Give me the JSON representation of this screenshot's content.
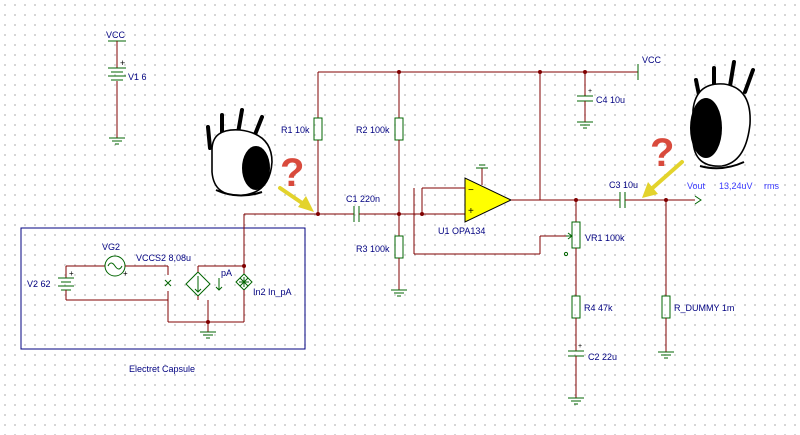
{
  "labels": {
    "vcc_top": "VCC",
    "v1": "V1 6",
    "vcc_right": "VCC",
    "r1": "R1 10k",
    "r2": "R2 100k",
    "c4": "C4 10u",
    "c1": "C1 220n",
    "r3": "R3 100k",
    "u1": "U1 OPA134",
    "c3": "C3 10u",
    "vr1": "VR1 100k",
    "r4": "R4 47k",
    "c2": "C2 22u",
    "r_dummy": "R_DUMMY 1m",
    "vg2": "VG2",
    "vccs2": "VCCS2 8,08u",
    "v2": "V2 62",
    "pa": "pA",
    "in2": "In2 In_pA",
    "capsule": "Electret Capsule"
  },
  "meter": {
    "name": "Vout",
    "value": "13,24uV",
    "unit": "rms"
  },
  "glyphs": {
    "question": "?"
  },
  "colors": {
    "wire": "#800000",
    "component": "#006400",
    "label": "#000080",
    "highlight": "#3a3aff",
    "opamp_fill": "#ffff00",
    "question": "#d94a3c",
    "arrow": "#e3d32c",
    "capsule_box": "#000080"
  },
  "icons": [
    "eye-left",
    "eye-right",
    "question-mark",
    "arrow",
    "ground-symbol",
    "opamp-triangle",
    "sine-source",
    "battery"
  ]
}
